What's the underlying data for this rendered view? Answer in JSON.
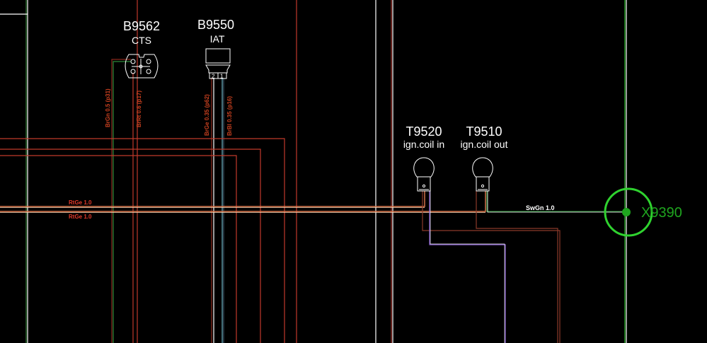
{
  "diagram": {
    "type": "wiring-schematic",
    "background": "#000000",
    "colors": {
      "white": "#ffffff",
      "red": "#c0392b",
      "dark_red": "#8b2a1e",
      "orange_red": "#e06040",
      "green": "#2fbf2f",
      "cyan": "#6fb6c6",
      "purple": "#8a5bd6",
      "label_red": "#e23a2a",
      "ground_green": "#1fa51f"
    },
    "components": [
      {
        "id": "B9562",
        "name": "CTS",
        "kind": "sensor-connector-round"
      },
      {
        "id": "B9550",
        "name": "IAT",
        "kind": "sensor-connector-plug",
        "pins": [
          "2",
          "1"
        ]
      },
      {
        "id": "T9520",
        "name": "ign.coil in",
        "kind": "bulb-terminal"
      },
      {
        "id": "T9510",
        "name": "ign.coil out",
        "kind": "bulb-terminal"
      },
      {
        "id": "X9390",
        "name": "",
        "kind": "ground-point"
      }
    ],
    "wire_labels": [
      {
        "text": "BrGn 0.5 (p31)",
        "orientation": "vertical"
      },
      {
        "text": "BrRt 0.6 (p17)",
        "orientation": "vertical"
      },
      {
        "text": "BrGe 0.35 (p62)",
        "orientation": "vertical"
      },
      {
        "text": "BrBl 0.35 (p16)",
        "orientation": "vertical"
      },
      {
        "text": "RtGe 1.0",
        "orientation": "horizontal"
      },
      {
        "text": "RtGe 1.0",
        "orientation": "horizontal"
      },
      {
        "text": "SwGn 1.0",
        "orientation": "horizontal"
      }
    ]
  }
}
